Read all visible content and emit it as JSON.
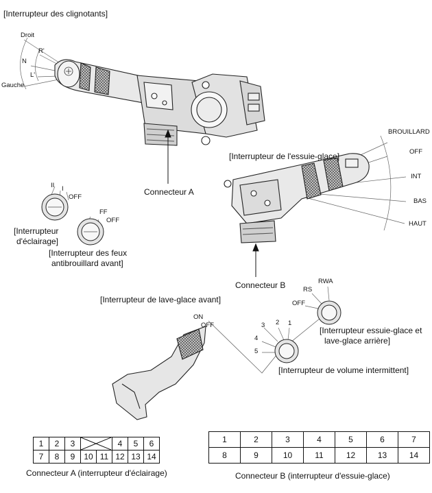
{
  "titles": {
    "turn_signal": "[Interrupteur des clignotants]",
    "wiper": "[Interrupteur de l'essuie-glace]",
    "washer_front": "[Interrupteur de lave-glace avant]",
    "lighting_1": "[Interrupteur",
    "lighting_2": "d'éclairage]",
    "fog_1": "[Interrupteur des feux",
    "fog_2": "antibrouillard avant]",
    "rear_wiper_1": "[Interrupteur essuie-glace et",
    "rear_wiper_2": "lave-glace arrière]",
    "intermittent": "[Interrupteur de volume intermittent]"
  },
  "turn_positions": [
    "Droit",
    "R'",
    "N",
    "L'",
    "Gauche"
  ],
  "wiper_positions": [
    "BROUILLARD",
    "OFF",
    "INT",
    "BAS",
    "HAUT"
  ],
  "lighting_positions": [
    "II",
    "I",
    "OFF"
  ],
  "fog_positions": [
    "FF",
    "OFF"
  ],
  "washer_positions": [
    "ON",
    "OFF"
  ],
  "rear_positions": [
    "RS",
    "RWA",
    "OFF"
  ],
  "intermittent_positions": [
    "1",
    "2",
    "3",
    "4",
    "5"
  ],
  "connectors": {
    "a_label": "Connecteur A",
    "b_label": "Connecteur B",
    "a_caption": "Connecteur A (interrupteur d'éclairage)",
    "b_caption": "Connecteur B (interrupteur d'essuie-glace)",
    "a_row1": [
      "1",
      "2",
      "3",
      "",
      "4",
      "5",
      "6"
    ],
    "a_row2": [
      "7",
      "8",
      "9",
      "10",
      "11",
      "12",
      "13",
      "14"
    ],
    "b_row1": [
      "1",
      "2",
      "3",
      "4",
      "5",
      "6",
      "7"
    ],
    "b_row2": [
      "8",
      "9",
      "10",
      "11",
      "12",
      "13",
      "14"
    ]
  }
}
